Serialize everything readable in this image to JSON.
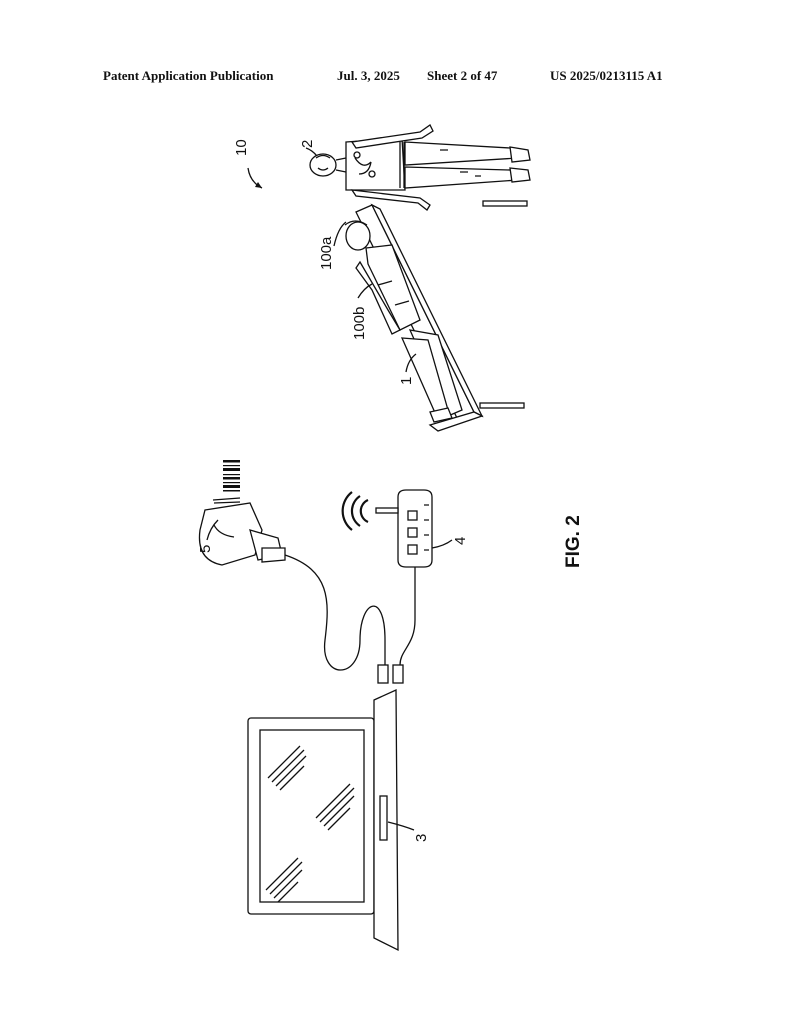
{
  "header": {
    "publication": "Patent Application Publication",
    "date": "Jul. 3, 2025",
    "sheet": "Sheet 2 of 47",
    "number": "US 2025/0213115 A1"
  },
  "figure": {
    "caption": "FIG. 2",
    "labels": {
      "system": "10",
      "practitioner": "2",
      "patient_a": "100a",
      "patient_b": "100b",
      "table": "1",
      "scanner": "5",
      "hub": "4",
      "monitor": "3"
    }
  }
}
